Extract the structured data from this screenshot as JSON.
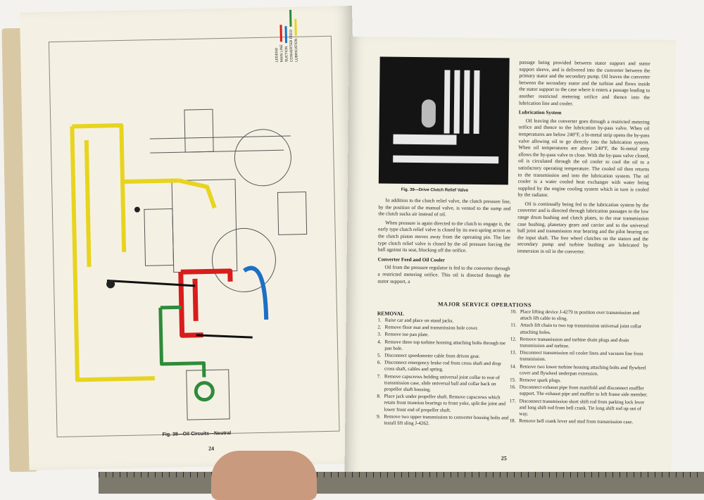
{
  "left_page": {
    "figure_caption": "Fig. 38—Oil Circuits—Neutral",
    "page_number": "24",
    "legend": [
      {
        "label": "MAIN LINE",
        "color": "#d91c1c"
      },
      {
        "label": "SUCTION",
        "color": "#1d6fc4"
      },
      {
        "label": "CONVERTER FEED",
        "color": "#2e8b3a"
      },
      {
        "label": "LUBRICATION",
        "color": "#e8d41f"
      }
    ],
    "legend_title": "LEGEND"
  },
  "right_page": {
    "photo_caption": "Fig. 39—Drive Clutch Relief Valve",
    "page_number": "25",
    "col1_paragraphs": [
      "In addition to the clutch relief valve, the clutch pressure line, by the position of the manual valve, is vented to the sump and the clutch sucks air instead of oil.",
      "When pressure is again directed to the clutch to engage it, the early type clutch relief valve is closed by its own spring action as the clutch piston moves away from the operating pin. The late type clutch relief valve is closed by the oil pressure forcing the ball against its seat, blocking off the orifice."
    ],
    "converter_heading": "Converter Feed and Oil Cooler",
    "converter_text": "Oil from the pressure regulator is fed to the converter through a restricted metering orifice. This oil is directed through the stator support, a",
    "col2_intro": "passage being provided between stator support and stator support sleeve, and is delivered into the converter between the primary stator and the secondary pump. Oil leaves the converter between the secondary stator and the turbine and flows inside the stator support to the case where it enters a passage leading to another restricted metering orifice and thence into the lubrication line and cooler.",
    "lubrication_heading": "Lubrication System",
    "lubrication_paragraphs": [
      "Oil leaving the converter goes through a restricted metering orifice and thence to the lubrication by-pass valve. When oil temperatures are below 240°F, a bi-metal strip opens the by-pass valve allowing oil to go directly into the lubrication system. When oil temperatures are above 240°F, the bi-metal strip allows the by-pass valve to close. With the by-pass valve closed, oil is circulated through the oil cooler to cool the oil to a satisfactory operating temperature. The cooled oil then returns to the transmission and into the lubrication system. The oil cooler is a water cooled heat exchanger with water being supplied by the engine cooling system which in turn is cooled by the radiator.",
      "Oil is continually being fed to the lubrication system by the converter and is directed through lubrication passages to the low range drum bushing and clutch plates, to the rear transmission case bushing, planetary gears and carrier and to the universal ball joint and transmission rear bearing and the pilot bearing on the input shaft. The free wheel clutches on the stators and the secondary pump and turbine bushing are lubricated by immersion in oil in the converter."
    ],
    "section_title": "MAJOR SERVICE OPERATIONS",
    "removal_heading": "REMOVAL",
    "steps_left": [
      {
        "n": "1.",
        "t": "Raise car and place on stand jacks."
      },
      {
        "n": "2.",
        "t": "Remove floor mat and transmission hole cover."
      },
      {
        "n": "3.",
        "t": "Remove toe pan plate."
      },
      {
        "n": "4.",
        "t": "Remove three top turbine housing attaching bolts through toe pan hole."
      },
      {
        "n": "5.",
        "t": "Disconnect speedometer cable from driven gear."
      },
      {
        "n": "6.",
        "t": "Disconnect emergency brake rod from cross shaft and drop cross shaft, cables and spring."
      },
      {
        "n": "7.",
        "t": "Remove capscrews holding universal joint collar to rear of transmission case, slide universal ball and collar back on propeller shaft housing."
      },
      {
        "n": "8.",
        "t": "Place jack under propeller shaft. Remove capscrews which retain front trunnion bearings to front yoke, split the joint and lower front end of propeller shaft."
      },
      {
        "n": "9.",
        "t": "Remove two upper transmission to converter housing bolts and install lift sling J-4262."
      }
    ],
    "steps_right": [
      {
        "n": "10.",
        "t": "Place lifting device J-4279 in position over transmission and attach lift cable to sling."
      },
      {
        "n": "11.",
        "t": "Attach lift chain to two top transmission universal joint collar attaching holes."
      },
      {
        "n": "12.",
        "t": "Remove transmission and turbine drain plugs and drain transmission and turbine."
      },
      {
        "n": "13.",
        "t": "Disconnect transmission oil cooler lines and vacuum line from transmission."
      },
      {
        "n": "14.",
        "t": "Remove two lower turbine housing attaching bolts and flywheel cover and flywheel underpan extension."
      },
      {
        "n": "15.",
        "t": "Remove spark plugs."
      },
      {
        "n": "16.",
        "t": "Disconnect exhaust pipe from manifold and disconnect muffler support. The exhaust pipe and muffler to left frame side member."
      },
      {
        "n": "17.",
        "t": "Disconnect transmission short shift rod from parking lock lever and long shift rod from bell crank. Tie long shift rod up out of way."
      },
      {
        "n": "18.",
        "t": "Remove bell crank lever and stud from transmission case."
      }
    ]
  }
}
